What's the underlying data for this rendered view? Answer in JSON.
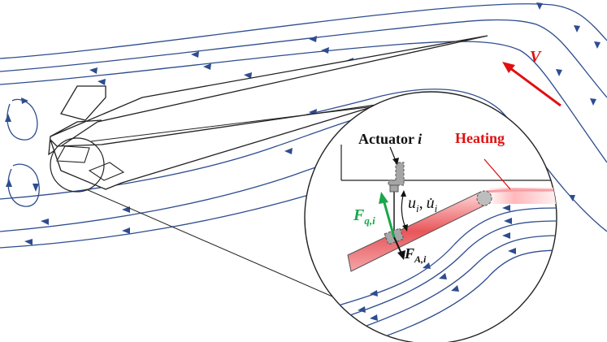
{
  "labels": {
    "velocity": "V",
    "actuator_word": "Actuator",
    "actuator_index": "i",
    "heating": "Heating",
    "u": "u",
    "u_sub": "i",
    "comma": ",",
    "udot": "u̇",
    "udot_sub": "i",
    "fq": "F",
    "fq_sub": "q,i",
    "fa": "F",
    "fa_sub": "A,i"
  },
  "colors": {
    "streamline": "#2e4d8f",
    "outline": "#222222",
    "velocity_arrow": "#e01010",
    "heating_label": "#e01010",
    "heating_pointer": "#e01010",
    "force_q": "#1aa64a",
    "force_a": "#111111",
    "strip_fill_start": "#e8565a",
    "strip_fill_end": "#ffffff",
    "actuator_fill": "#a6a6a6"
  },
  "icons": {
    "velocity_arrow": "arrow-up-left",
    "arrowheads": "triangle"
  }
}
